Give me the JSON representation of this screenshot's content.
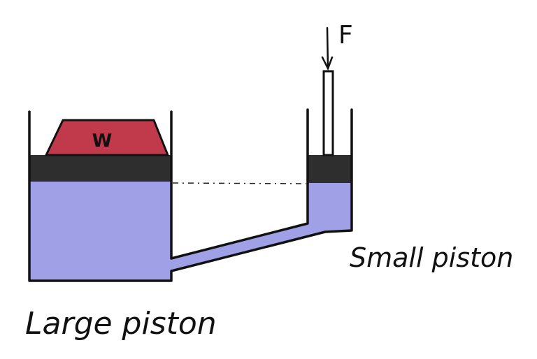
{
  "labels": {
    "weight": "W",
    "force": "F",
    "large_piston": "Large piston",
    "small_piston": "Small piston"
  },
  "colors": {
    "fluid": "#a0a0e6",
    "piston": "#2e2e2e",
    "weight": "#c13a4c",
    "outline": "#111111"
  }
}
